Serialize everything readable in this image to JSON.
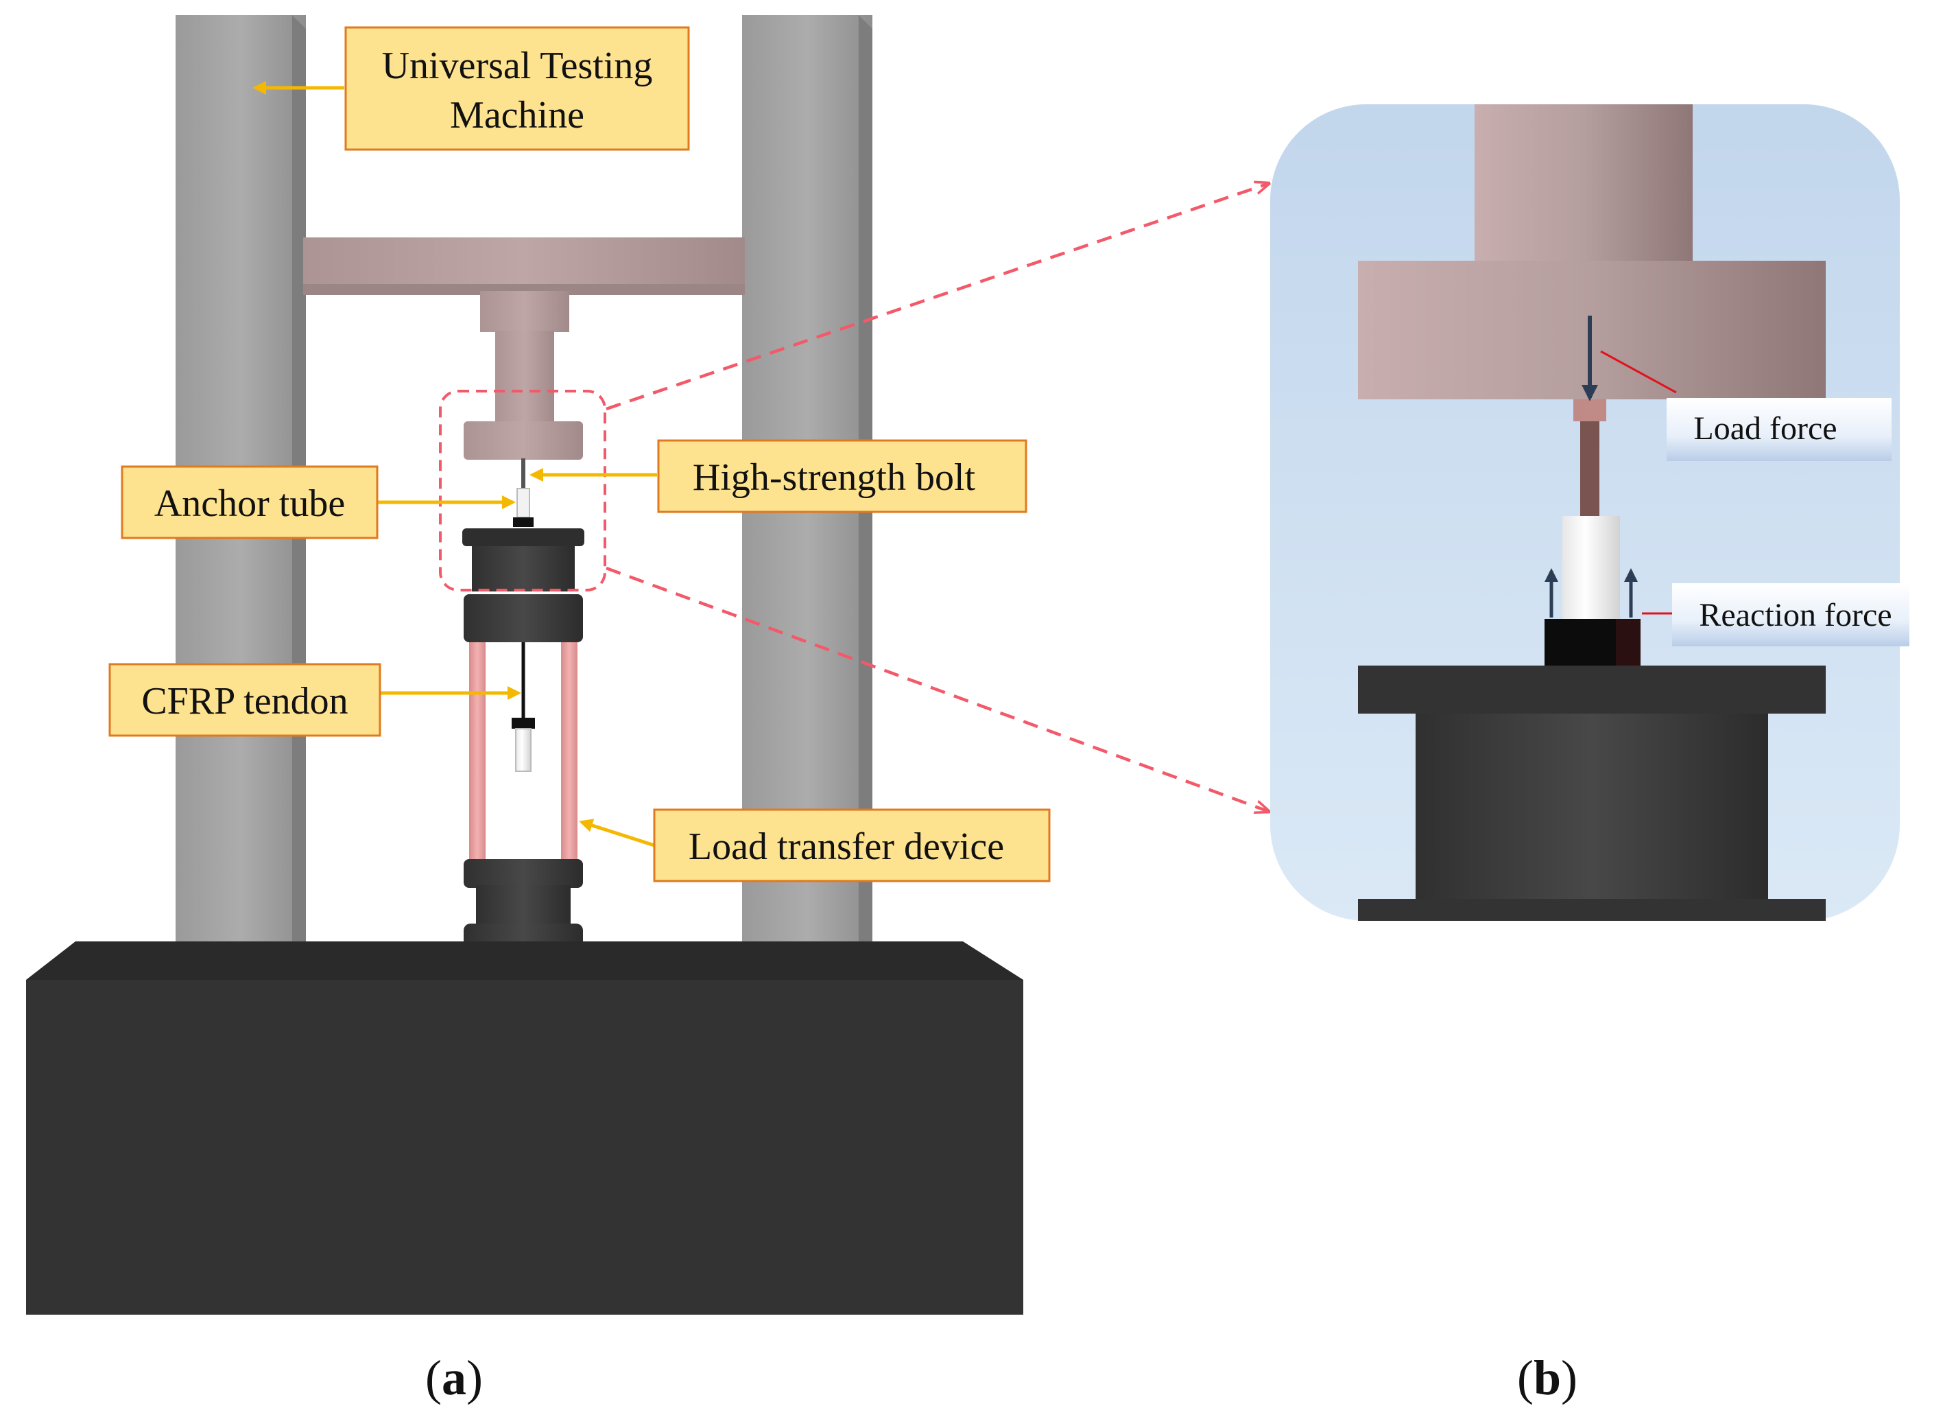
{
  "panel_a": {
    "labels": {
      "utm_line1": "Universal Testing",
      "utm_line2": "Machine",
      "anchor_tube": "Anchor tube",
      "bolt": "High-strength bolt",
      "tendon": "CFRP tendon",
      "load_transfer": "Load transfer device"
    },
    "caption_open": "(",
    "caption_letter": "a",
    "caption_close": ")"
  },
  "panel_b": {
    "labels": {
      "load_force": "Load force",
      "reaction_force": "Reaction force"
    },
    "caption_open": "(",
    "caption_letter": "b",
    "caption_close": ")"
  },
  "colors": {
    "label_box_fill": "#fde28f",
    "label_box_border": "#e07a1f",
    "pointer_arrow": "#f5b800",
    "zoom_dash": "#f25a6a",
    "column_gray": "#a6a6a6",
    "crosshead_pink": "#b8a0a0",
    "base_dark": "#333333",
    "fixture_dark": "#3f3f3f",
    "rod_pink": "#eba3a3",
    "detail_bg": "#d5e5f4"
  }
}
